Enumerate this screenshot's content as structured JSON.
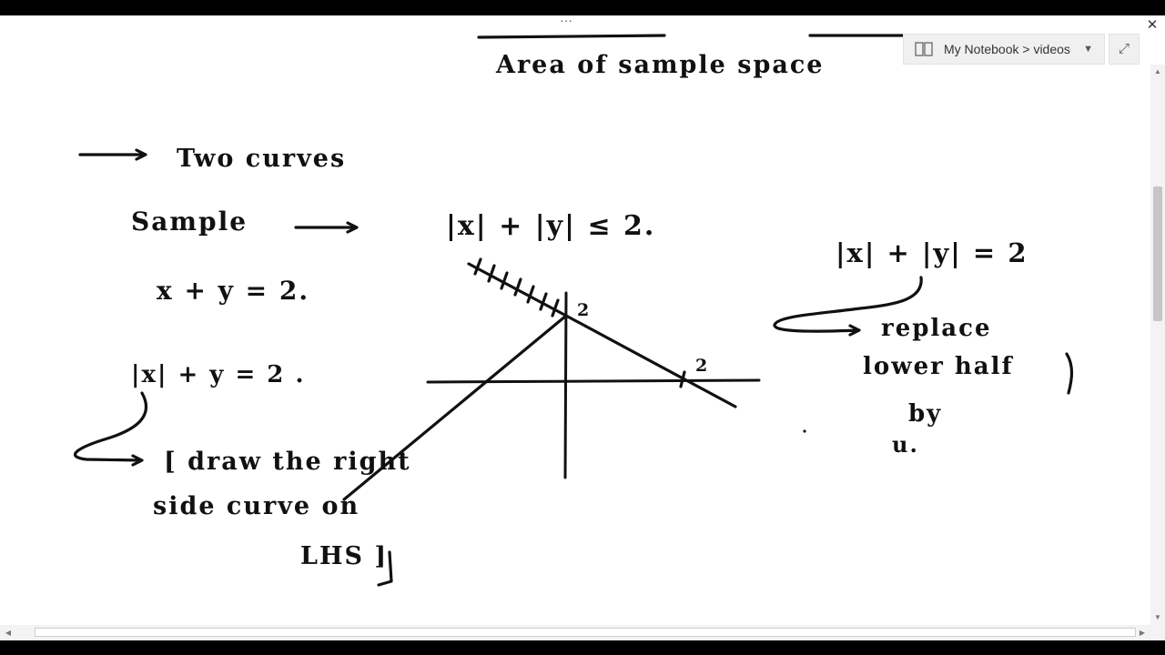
{
  "app": {
    "breadcrumb": "My Notebook > videos",
    "close_icon": "close-icon",
    "expand_icon": "expand-icon",
    "notebook_icon": "notebook-icon",
    "dropdown_icon": "chevron-down-icon"
  },
  "notes": {
    "header": "Area of sample space",
    "line_two_curves": "Two curves",
    "sample_word": "Sample",
    "sample_condition": "|x| + |y| ≤ 2.",
    "eq_xy": "x + y = 2.",
    "eq_abs_x_y": "|x| + y = 2 .",
    "bracket_line1": "[ draw the right",
    "bracket_line2": "side curve on",
    "bracket_line3": "LHS ]",
    "right_eq": "|x| + |y| = 2",
    "right_replace": "replace",
    "right_lower_half": "lower half",
    "right_by": "by",
    "right_fragment": "u.",
    "graph_label_y": "2",
    "graph_label_x": "2"
  },
  "colors": {
    "ink": "#111111",
    "scrollbar_track": "#f3f3f3",
    "scrollbar_thumb": "#c6c6c6"
  }
}
